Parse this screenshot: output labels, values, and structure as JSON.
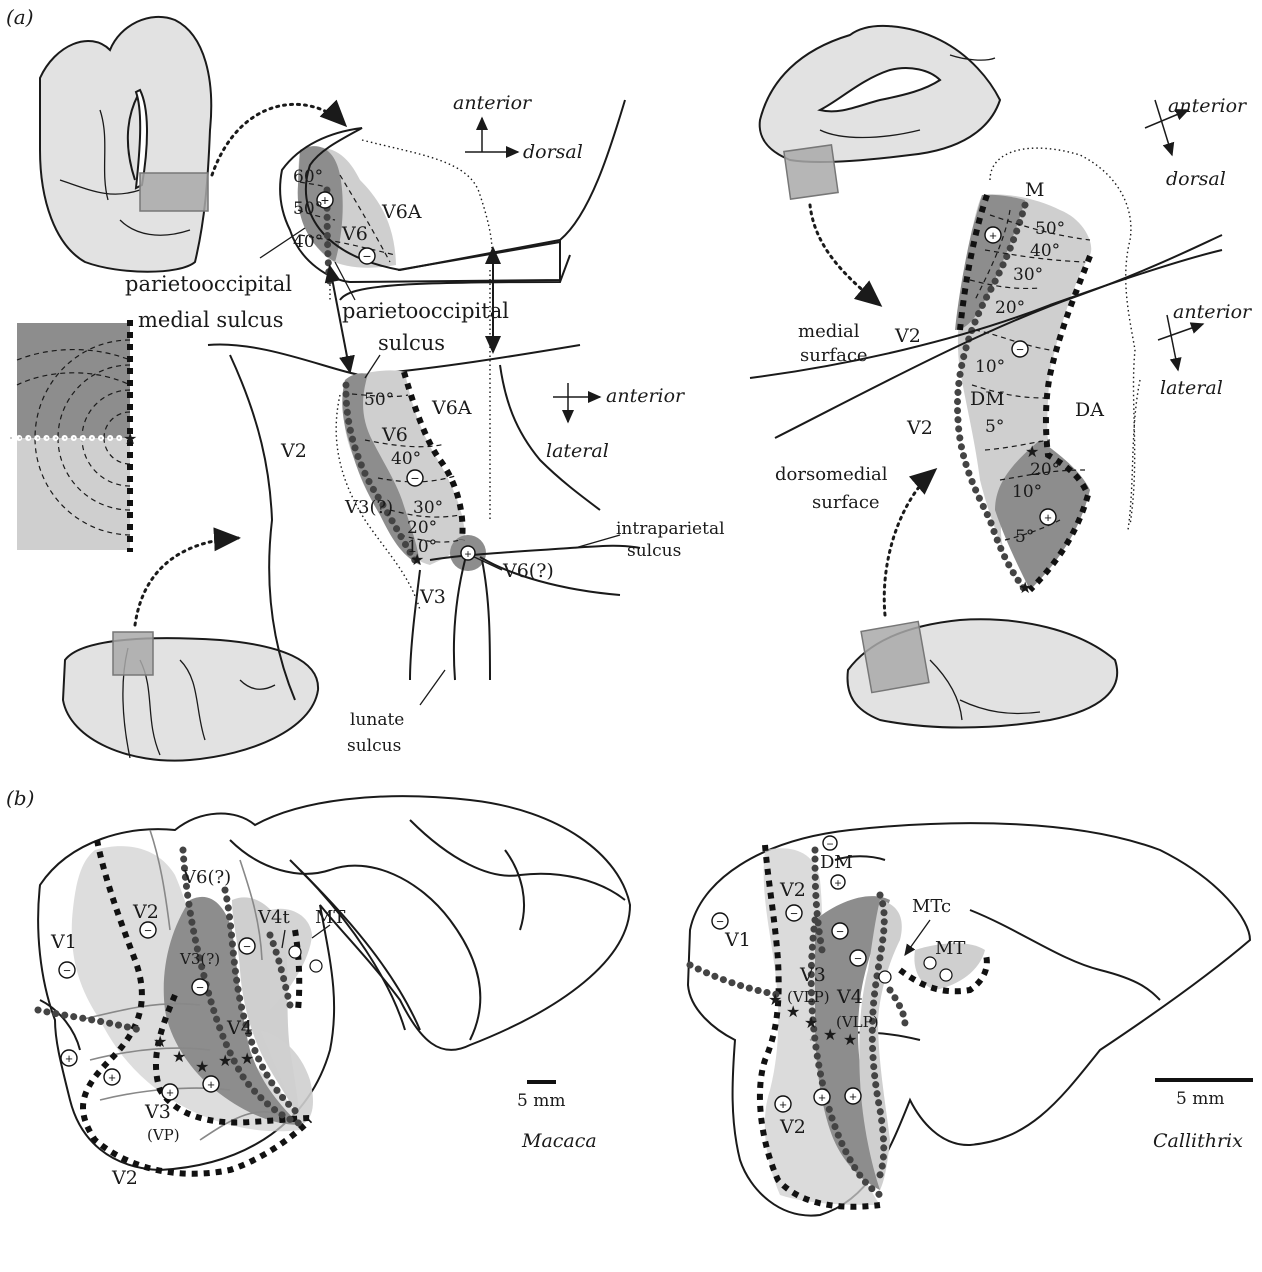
{
  "panel_a": {
    "label": "(a)",
    "macaque": {
      "orientation_top": {
        "vertical": "anterior",
        "horizontal": "dorsal"
      },
      "orientation_mid": {
        "horizontal": "anterior",
        "vertical": "lateral"
      },
      "areas": {
        "v6a_top": "V6A",
        "v6_top": "V6",
        "v6a_mid": "V6A",
        "v6_mid": "V6",
        "v2": "V2",
        "v3q": "V3(?)",
        "v3": "V3",
        "v6q": "V6(?)"
      },
      "sulci": {
        "po_medial_1": "parietooccipital",
        "po_medial_2": "medial sulcus",
        "po_1": "parietooccipital",
        "po_2": "sulcus",
        "ip_1": "intraparietal",
        "ip_2": "sulcus",
        "lun_1": "lunate",
        "lun_2": "sulcus"
      },
      "eccentricities_top": [
        "60°",
        "50°",
        "40°"
      ],
      "eccentricities_mid": [
        "50°",
        "40°",
        "30°",
        "20°",
        "10°"
      ]
    },
    "marmoset": {
      "orientation_top": {
        "horizontal": "anterior",
        "vertical": "dorsal"
      },
      "orientation_mid": {
        "horizontal": "anterior",
        "vertical": "lateral"
      },
      "areas": {
        "m": "M",
        "v2_upper": "V2",
        "v2_lower": "V2",
        "dm": "DM",
        "da": "DA"
      },
      "surfaces": {
        "medial_1": "medial",
        "medial_2": "surface",
        "dorsomedial_1": "dorsomedial",
        "dorsomedial_2": "surface"
      },
      "eccentricities_upper": [
        "50°",
        "40°",
        "30°",
        "20°",
        "10°"
      ],
      "eccentricities_lower": [
        "5°",
        "20°",
        "10°",
        "5°"
      ]
    },
    "symbols": {
      "plus": "+",
      "minus": "−"
    }
  },
  "panel_b": {
    "label": "(b)",
    "macaca": {
      "species": "Macaca",
      "scale": "5 mm",
      "areas": {
        "v1": "V1",
        "v2_top": "V2",
        "v6q": "V6(?)",
        "v4t": "V4t",
        "mt": "MT",
        "v3q": "V3(?)",
        "v4": "V4",
        "v3": "V3",
        "vp": "(VP)",
        "v2_bottom": "V2"
      }
    },
    "callithrix": {
      "species": "Callithrix",
      "scale": "5 mm",
      "areas": {
        "v1": "V1",
        "v2_top": "V2",
        "dm": "DM",
        "mtc": "MTc",
        "mt": "MT",
        "v3": "V3",
        "vlp1": "(VLP)",
        "v4": "V4",
        "vlp2": "(VLP)",
        "v2_bottom": "V2"
      }
    }
  },
  "colors": {
    "light_field": "#cfcfcf",
    "dark_field": "#8d8d8d",
    "brain_fill": "#e2e2e2",
    "ink": "#1a1a1a"
  }
}
